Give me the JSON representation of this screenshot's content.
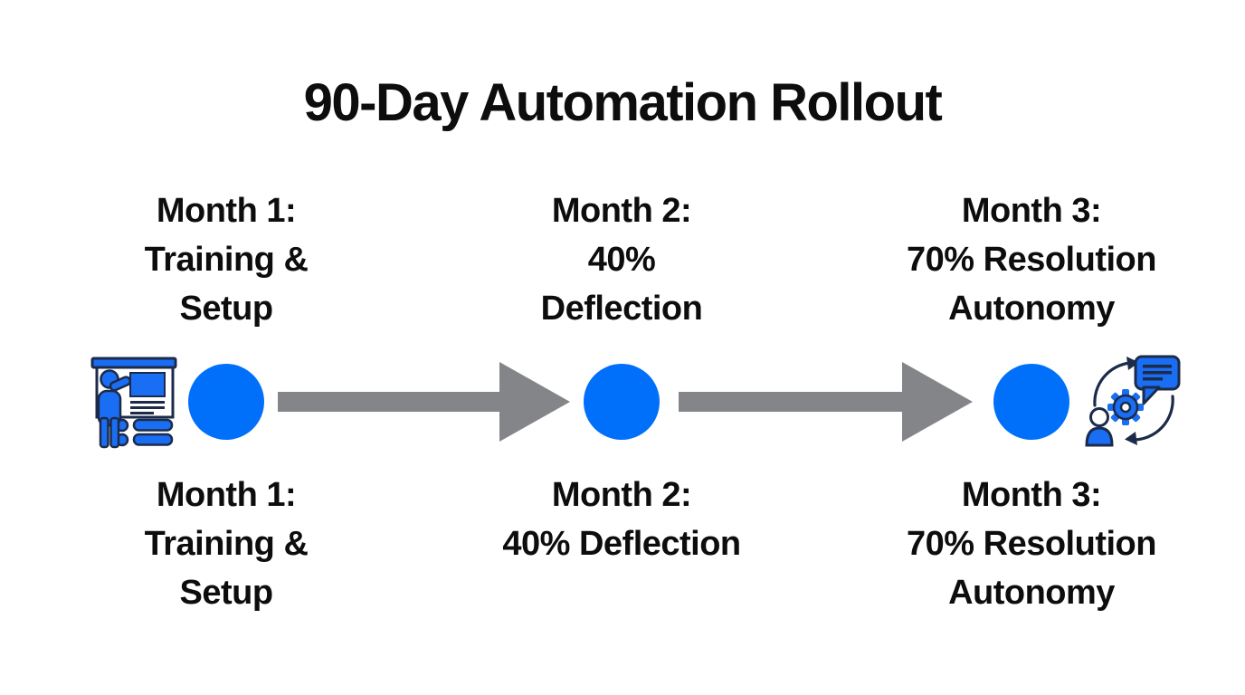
{
  "title": "90-Day Automation Rollout",
  "milestones": [
    {
      "top_label": "Month 1:\nTraining &\nSetup",
      "bottom_label": "Month 1:\nTraining &\nSetup"
    },
    {
      "top_label": "Month 2:\n40%\nDeflection",
      "bottom_label": "Month 2:\n40% Deflection"
    },
    {
      "top_label": "Month 3:\n70% Resolution\nAutonomy",
      "bottom_label": "Month 3:\n70% Resolution\nAutonomy"
    }
  ],
  "icons": {
    "left": "training-presentation-icon",
    "right": "automation-conversation-icon"
  },
  "colors": {
    "node_blue": "#0070FA",
    "icon_blue": "#1A6EF3",
    "icon_outline": "#1C2B4A",
    "arrow_gray": "#838588",
    "text": "#0D0D0D",
    "background": "#FFFFFF"
  }
}
